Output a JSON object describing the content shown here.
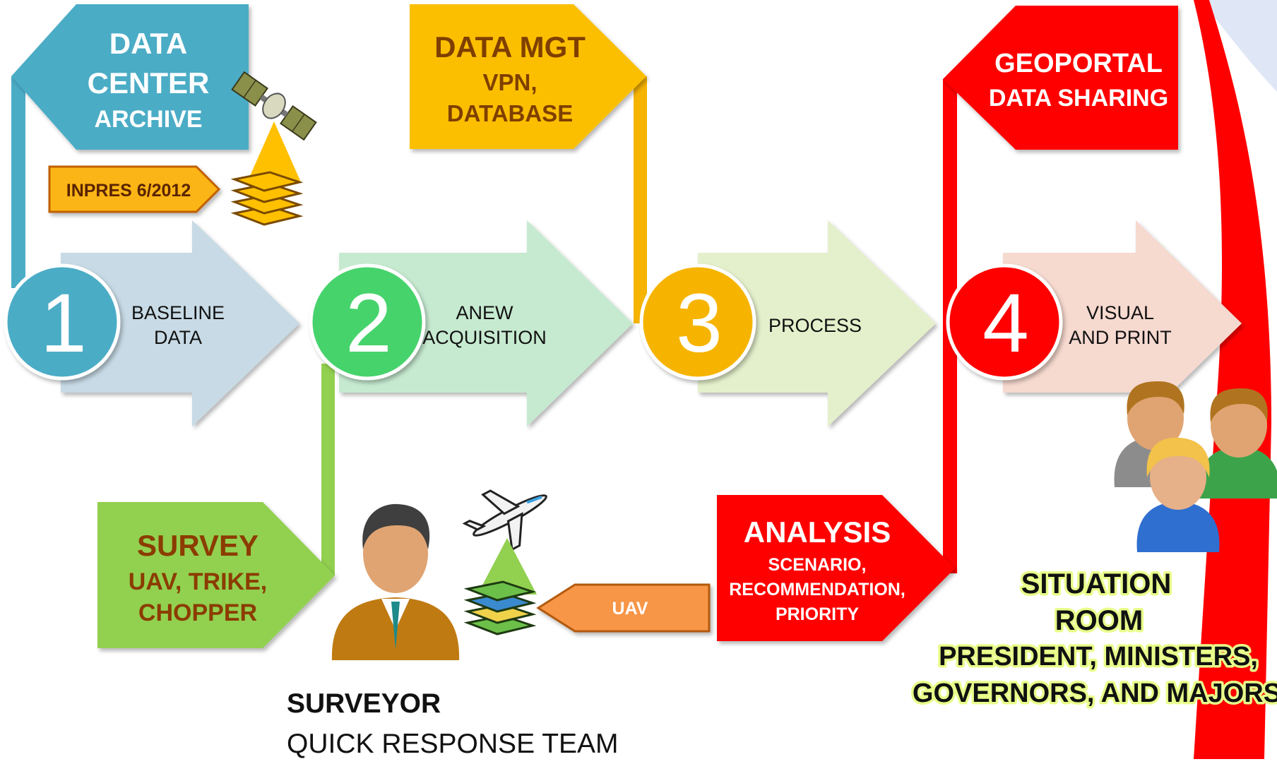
{
  "colors": {
    "stage1": "#4bacc6",
    "stage2": "#47d36c",
    "stage3": "#f6b400",
    "stage4": "#ff0000",
    "survey": "#92d050",
    "uav": "#f79646",
    "inpres": "#fcb514"
  },
  "data_center": {
    "line1": "DATA",
    "line2": "CENTER",
    "line3": "ARCHIVE"
  },
  "inpres": {
    "label": "INPRES 6/2012"
  },
  "data_mgt": {
    "title": "DATA MGT",
    "line2": "VPN,",
    "line3": "DATABASE"
  },
  "geoportal": {
    "title": "GEOPORTAL",
    "line2": "DATA SHARING"
  },
  "stages": [
    {
      "number": "1",
      "line1": "BASELINE",
      "line2": "DATA"
    },
    {
      "number": "2",
      "line1": "ANEW",
      "line2": "ACQUISITION"
    },
    {
      "number": "3",
      "line1": "PROCESS"
    },
    {
      "number": "4",
      "line1": "VISUAL",
      "line2": "AND PRINT"
    }
  ],
  "survey": {
    "title": "SURVEY",
    "line2": "UAV, TRIKE,",
    "line3": "CHOPPER"
  },
  "uav": {
    "label": "UAV"
  },
  "analysis": {
    "title": "ANALYSIS",
    "line2": "SCENARIO,",
    "line3": "RECOMMENDATION,",
    "line4": "PRIORITY"
  },
  "situation": {
    "line1": "SITUATION",
    "line2": "ROOM",
    "line3": "PRESIDENT, MINISTERS,",
    "line4": "GOVERNORS, AND MAJORS"
  },
  "surveyor": {
    "title": "SURVEYOR",
    "subtitle": "QUICK RESPONSE TEAM"
  },
  "icons": [
    "satellite-icon",
    "map-layers-icon",
    "surveyor-person-icon",
    "airplane-icon",
    "people-group-icon"
  ]
}
